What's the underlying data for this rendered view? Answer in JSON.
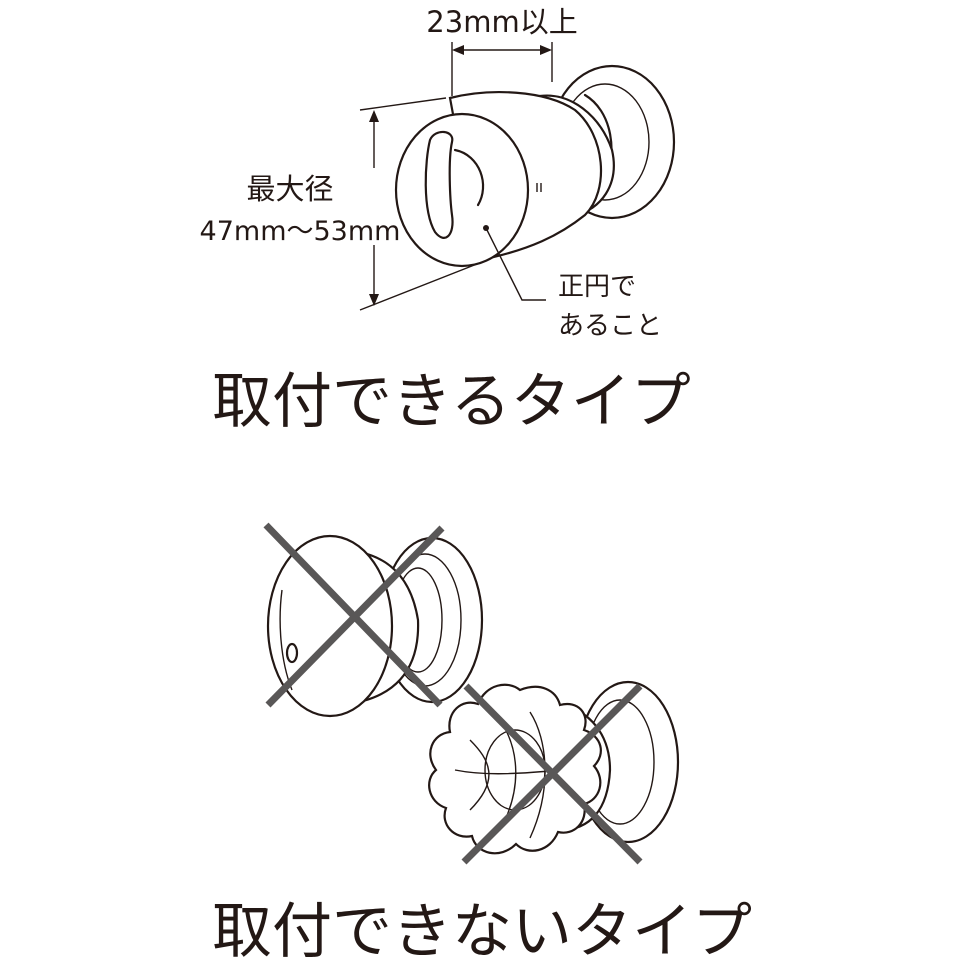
{
  "colors": {
    "ink": "#231815",
    "cross": "#595757",
    "background": "#ffffff"
  },
  "suitable": {
    "depth_label": "23mm以上",
    "diameter_label_line1": "最大径",
    "diameter_label_line2": "47mm～53mm",
    "round_note_line1": "正円で",
    "round_note_line2": "あること",
    "caption": "取付できるタイプ"
  },
  "unsuitable": {
    "caption": "取付できないタイプ"
  }
}
